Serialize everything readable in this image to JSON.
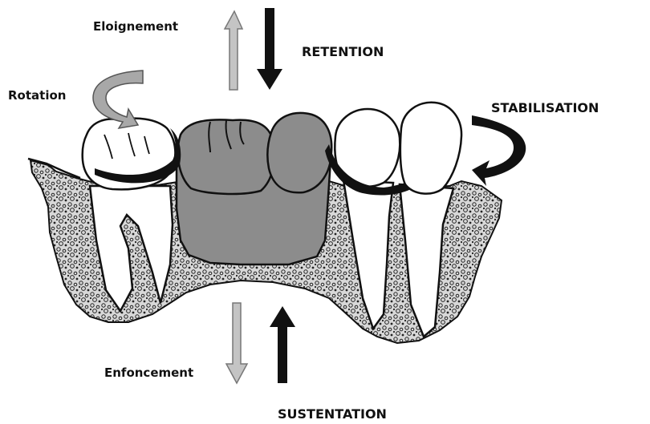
{
  "labels": {
    "eloignement": "Eloignement",
    "retention": "RETENTION",
    "rotation": "Rotation",
    "stabilisation": "STABILISATION",
    "enfoncement": "Enfoncement",
    "sustentation": "SUSTENTATION"
  },
  "colors": {
    "background": "#ffffff",
    "outline": "#111111",
    "prosthesis_gray": "#8c8c8c",
    "light_arrow": "#c4c4c4",
    "dark_arrow": "#111111",
    "tooth_white": "#ffffff",
    "bone_fill": "#d6d6d6"
  },
  "icons": {
    "eloignement_arrow": "arrow-up-light-icon",
    "retention_arrow": "arrow-down-dark-icon",
    "rotation_arrow": "curved-arrow-light-icon",
    "stabilisation_arrow": "curved-arrow-dark-icon",
    "enfoncement_arrow": "arrow-down-light-icon",
    "sustentation_arrow": "arrow-up-dark-icon"
  }
}
